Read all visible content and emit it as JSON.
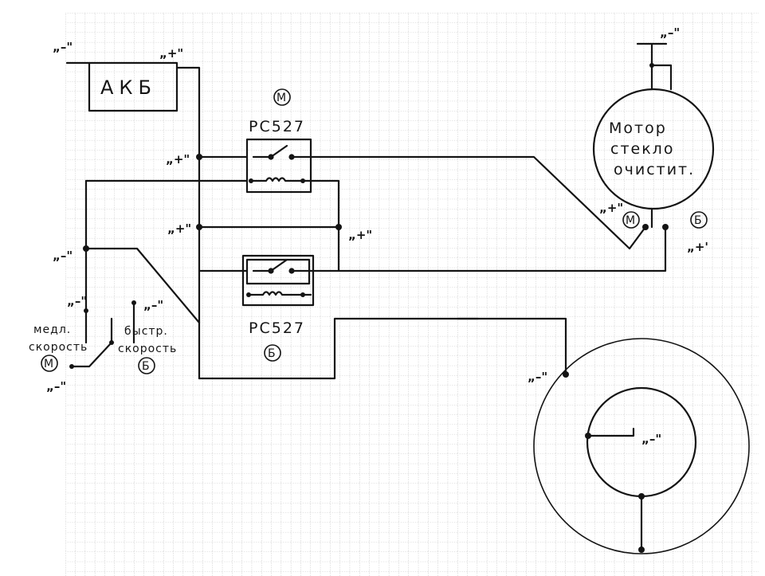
{
  "battery": {
    "label": "АКБ",
    "minus": "„–\"",
    "plus": "„+\""
  },
  "relays": {
    "top": {
      "badge": "М",
      "model": "РС527"
    },
    "bottom": {
      "badge": "Б",
      "model": "РС527"
    }
  },
  "motor": {
    "line1": "Мотор",
    "line2": "стекло",
    "line3": "очистит.",
    "ground": "„–\"",
    "term_m": "М",
    "term_b": "Б",
    "plus_m": "„+\"",
    "plus_b": "„+'"
  },
  "switch": {
    "slow": "медл.",
    "slow2": "скорость",
    "slow_badge": "М",
    "fast": "быстр.",
    "fast2": "скорость",
    "fast_badge": "Б",
    "minus_top": "„–\"",
    "minus_fast": "„–\"",
    "minus_bottom": "„–\""
  },
  "bus": {
    "plus_a": "„+\"",
    "plus_b": "„+\"",
    "plus_c": "„+\"",
    "minus_left": "„–\""
  },
  "disc": {
    "outer_minus": "„–\"",
    "inner_minus": "„–\""
  }
}
